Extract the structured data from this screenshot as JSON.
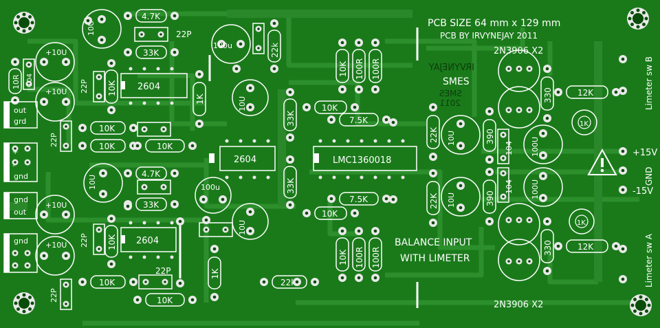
{
  "board": {
    "title": "PCB SIZE 64 mm x 129 mm",
    "credit": "PCB BY IRVYNEJAY 2011",
    "circuit_label_line1": "BALANCE INPUT",
    "circuit_label_line2": "WITH LIMETER",
    "brand": "SMES",
    "mirrored_credit": "IRVYNEJAY",
    "mirrored_brand": "SMES",
    "mirrored_year": "2011",
    "colors": {
      "board": "#1a7a1a",
      "copper": "#2c8f2c",
      "silkscreen": "#ffffff",
      "pad": "#e9e9e9"
    }
  },
  "connectors": {
    "limeter_b": "Limeter sw B",
    "limeter_a": "Limeter sw A",
    "plus15": "+15V",
    "gnd": "GND",
    "minus15": "-15V",
    "warning_icon": "warning-triangle-icon",
    "out": "out",
    "gnd_short": "gnd",
    "gnd_top": "grd",
    "gnd_mid": "gnd",
    "gnd_mid2": "gnd",
    "out2": "out",
    "gnd_bottom": "gnd",
    "plus": "+",
    "minus": "-"
  },
  "ics": {
    "u1": "2604",
    "u2": "2604",
    "u3": "2604",
    "u4": "LMC1360018"
  },
  "transistors": {
    "label_top": "2N3906 X2",
    "label_bottom": "2N3906 X2"
  },
  "resistors": {
    "r_47k_top": "4.7K",
    "r_33k_top": "33K",
    "r_22k_top": "22k",
    "r_10r_left": "10R",
    "r_10k_ic1": "10K",
    "r_1k_top": "1K",
    "r_10k_a": "10K",
    "r_10k_b": "10K",
    "r_10k_c": "10K",
    "r_47k_mid": "4.7K",
    "r_33k_mid": "33K",
    "r_10k_ic3": "10K",
    "r_10k_d": "10K",
    "r_10k_e": "10K",
    "r_1k_bottom": "1K",
    "r_22k_bottom": "22k",
    "r_33k_v1": "33K",
    "r_33k_v2": "33K",
    "r_10k_h1": "10K",
    "r_75k_top": "7.5K",
    "r_75k_bottom": "7.5K",
    "r_10k_h2": "10K",
    "r_10k_v1": "10K",
    "r_100r_v1": "100R",
    "r_100r_v2": "100R",
    "r_10k_v2": "10K",
    "r_100r_v3": "100R",
    "r_100r_v4": "100R",
    "r_22k_right1": "22K",
    "r_22k_right2": "22K",
    "r_390_top": "390",
    "r_390_bottom": "390",
    "r_330_top": "330",
    "r_330_bottom": "330",
    "r_12k_top": "12K",
    "r_12k_bottom": "12K",
    "r_1k_trim_top": "1K",
    "r_1k_trim_bottom": "1K"
  },
  "capacitors": {
    "c_10u_top": "10U",
    "c_22p_top": "22P",
    "c_100u_top": "100u",
    "c_10u_l1": "+10U",
    "c_104_left": "104",
    "c_10u_l2": "+10U",
    "c_22p_l1": "22P",
    "c_22p_l2": "22P",
    "c_10u_mid": "10U",
    "c_100u_mid": "100u",
    "c_10u_c1": "10U",
    "c_10u_l3": "+10U",
    "c_10u_l4": "+10U",
    "c_22p_l3": "22P",
    "c_22p_l4": "22P",
    "c_22p_bottom": "22P",
    "c_10u_c2": "10U",
    "c_10u_r1": "10U",
    "c_10u_r2": "10U",
    "c_104_r1": "104",
    "c_104_r2": "104",
    "c_100u_r1": "100U",
    "c_100u_r2": "100U"
  }
}
